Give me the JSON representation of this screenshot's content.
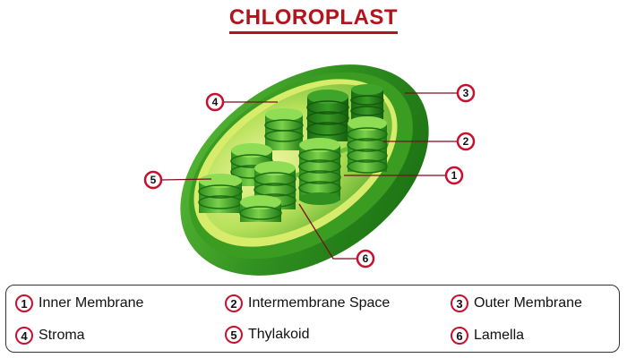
{
  "title": "CHLOROPLAST",
  "callouts": [
    {
      "num": "1"
    },
    {
      "num": "2"
    },
    {
      "num": "3"
    },
    {
      "num": "4"
    },
    {
      "num": "5"
    },
    {
      "num": "6"
    }
  ],
  "legend": [
    {
      "num": "1",
      "label": "Inner Membrane"
    },
    {
      "num": "2",
      "label": "Intermembrane Space"
    },
    {
      "num": "3",
      "label": "Outer Membrane"
    },
    {
      "num": "4",
      "label": "Stroma"
    },
    {
      "num": "5",
      "label": "Thylakoid"
    },
    {
      "num": "6",
      "label": "Lamella"
    }
  ],
  "colors": {
    "title": "#b3131b",
    "callout_ring": "#c8102e",
    "outer_green": "#2e8b1e",
    "inner_lime": "#9cd84a"
  }
}
